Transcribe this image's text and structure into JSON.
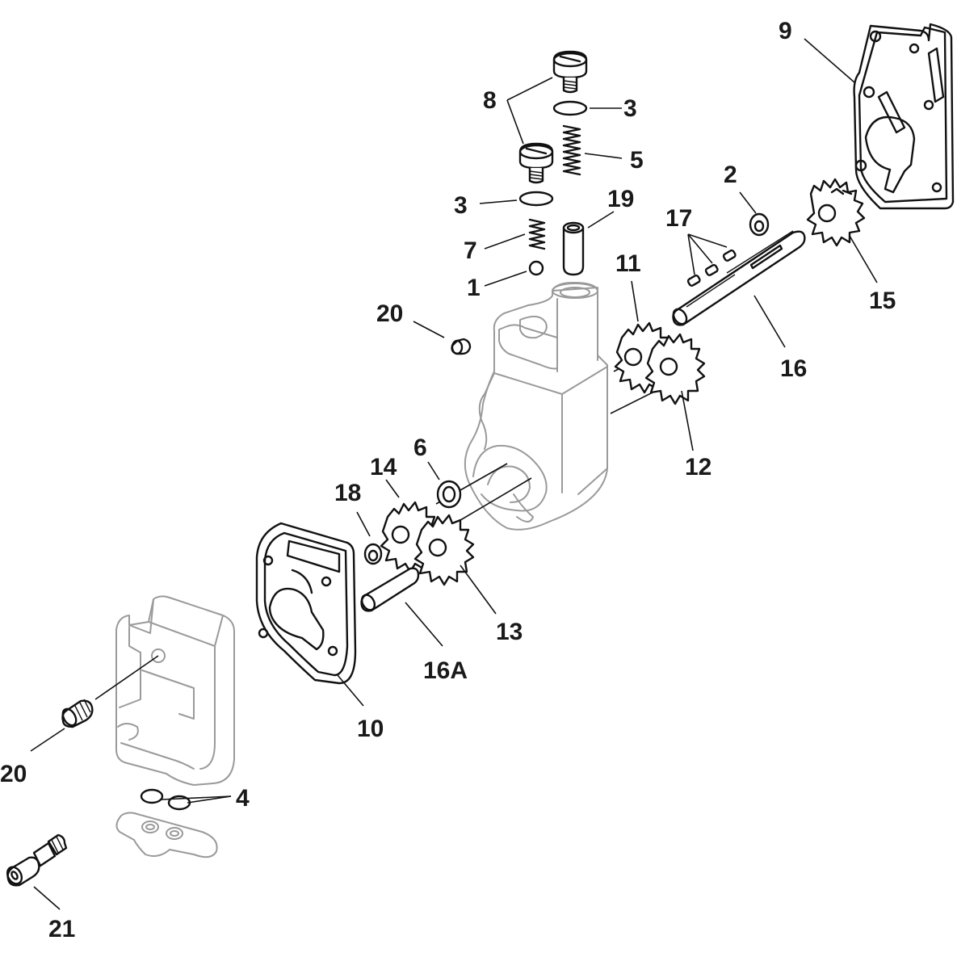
{
  "callouts": {
    "c1": "1",
    "c2": "2",
    "c3a": "3",
    "c3b": "3",
    "c4": "4",
    "c5": "5",
    "c6": "6",
    "c7": "7",
    "c8": "8",
    "c9": "9",
    "c10": "10",
    "c11": "11",
    "c12": "12",
    "c13": "13",
    "c14": "14",
    "c15": "15",
    "c16": "16",
    "c16a": "16A",
    "c17": "17",
    "c18": "18",
    "c19": "19",
    "c20a": "20",
    "c20b": "20",
    "c21": "21"
  }
}
